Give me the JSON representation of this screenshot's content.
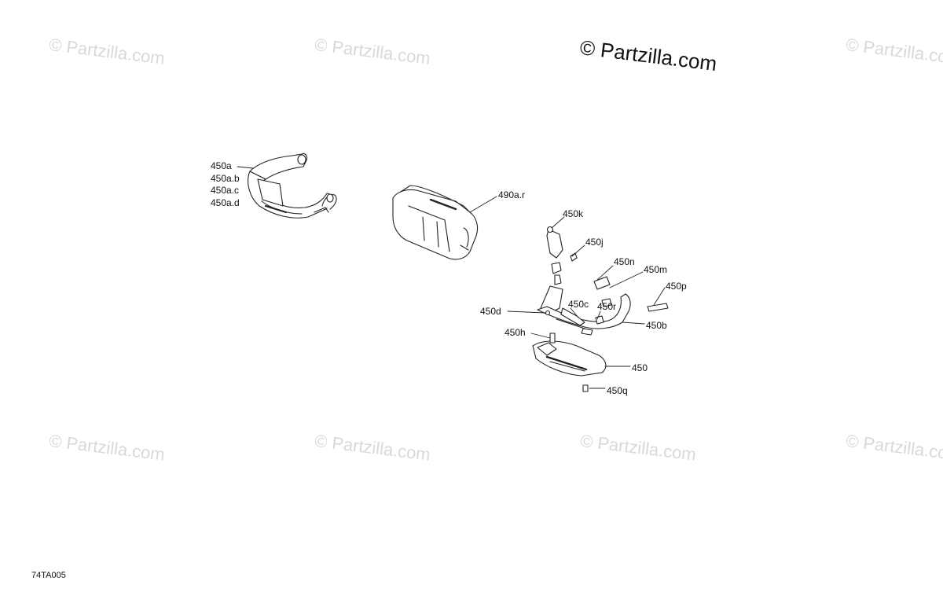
{
  "watermark": {
    "main_text": "© Partzilla.com",
    "repeated_text": "© Partzilla.com"
  },
  "diagram_code": "74TA005",
  "labels": {
    "p450a": "450a",
    "p450ab": "450a.b",
    "p450ac": "450a.c",
    "p450ad": "450a.d",
    "p490ar": "490a.r",
    "p450k": "450k",
    "p450j": "450j",
    "p450n": "450n",
    "p450m": "450m",
    "p450p": "450p",
    "p450d": "450d",
    "p450c": "450c",
    "p450r": "450r",
    "p450b": "450b",
    "p450h": "450h",
    "p450": "450",
    "p450q": "450q"
  },
  "colors": {
    "line": "#222222",
    "shade": "#bdbdbd",
    "watermark": "#d9d9d9"
  }
}
